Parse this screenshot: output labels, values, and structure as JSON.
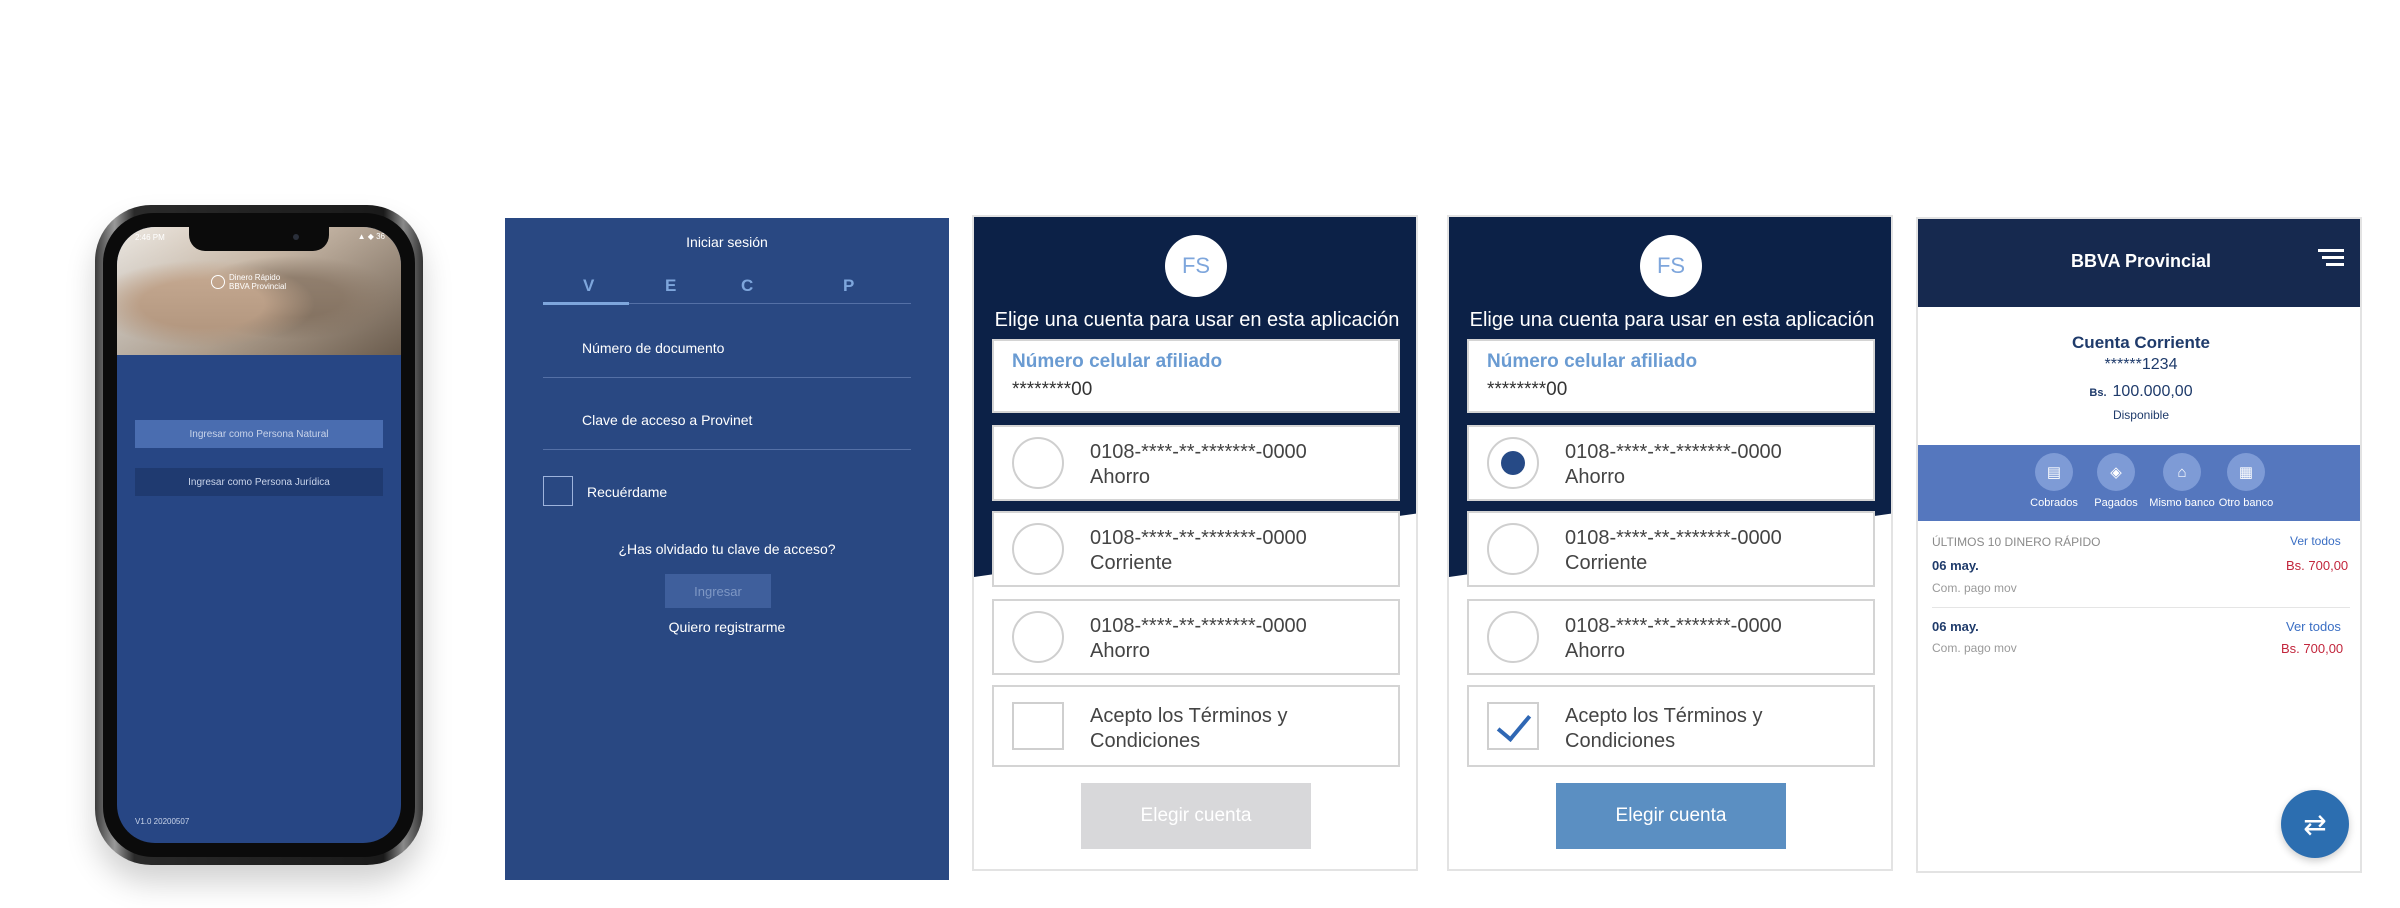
{
  "phone": {
    "status_time": "2:46 PM",
    "status_icons": "▲ ◆ 36",
    "logo_line1": "Dinero Rápido",
    "logo_line2": "BBVA Provincial",
    "btn_natural": "Ingresar como Persona Natural",
    "btn_juridica": "Ingresar como Persona Jurídica",
    "version": "V1.0 20200507"
  },
  "login": {
    "title": "Iniciar sesión",
    "tabs": [
      "V",
      "E",
      "C",
      "P"
    ],
    "doc_label": "Número de documento",
    "pass_label": "Clave de acceso a Provinet",
    "remember": "Recuérdame",
    "forgot": "¿Has olvidado tu clave de acceso?",
    "submit": "Ingresar",
    "register": "Quiero registrarme"
  },
  "accounts_empty": {
    "initials": "FS",
    "title": "Elige una cuenta para usar en esta aplicación",
    "phone_label": "Número celular afiliado",
    "phone_value": "********00",
    "options": [
      {
        "number": "0108-****-**-*******-0000",
        "type": "Ahorro"
      },
      {
        "number": "0108-****-**-*******-0000",
        "type": "Corriente"
      },
      {
        "number": "0108-****-**-*******-0000",
        "type": "Ahorro"
      }
    ],
    "terms": "Acepto los Términos y Condiciones",
    "button": "Elegir cuenta"
  },
  "accounts_selected": {
    "initials": "FS",
    "title": "Elige una cuenta para usar en esta aplicación",
    "phone_label": "Número celular afiliado",
    "phone_value": "********00",
    "options": [
      {
        "number": "0108-****-**-*******-0000",
        "type": "Ahorro"
      },
      {
        "number": "0108-****-**-*******-0000",
        "type": "Corriente"
      },
      {
        "number": "0108-****-**-*******-0000",
        "type": "Ahorro"
      }
    ],
    "terms": "Acepto los Términos y Condiciones",
    "button": "Elegir cuenta"
  },
  "dashboard": {
    "title": "BBVA Provincial",
    "account_name": "Cuenta Corriente",
    "account_number": "******1234",
    "currency": "Bs.",
    "balance": "100.000,00",
    "available": "Disponible",
    "actions": [
      {
        "label": "Cobrados",
        "icon": "receipt-icon"
      },
      {
        "label": "Pagados",
        "icon": "tag-icon"
      },
      {
        "label": "Mismo banco",
        "icon": "bank-icon"
      },
      {
        "label": "Otro banco",
        "icon": "building-icon"
      }
    ],
    "last_title": "ÚLTIMOS 10 DINERO RÁPIDO",
    "view_all": "Ver todos",
    "transactions": [
      {
        "date": "06 may.",
        "amount": "Bs. 700,00",
        "desc": "Com. pago mov"
      },
      {
        "date": "06 may.",
        "link": "Ver todos",
        "desc": "Com. pago mov",
        "amount": "Bs. 700,00"
      }
    ]
  },
  "colors": {
    "navy": "#0c2147",
    "blue": "#294882",
    "accent": "#5b8fc2",
    "amount_red": "#c2263c"
  }
}
